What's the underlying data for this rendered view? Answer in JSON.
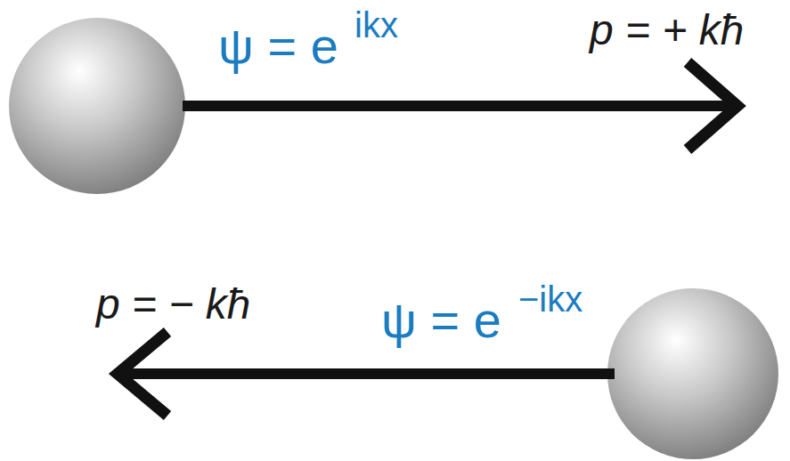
{
  "diagram": {
    "labels": [
      "ψ = e",
      "ikx",
      "p = + kħ",
      "p = − kħ",
      "ψ = e",
      "−ikx"
    ]
  }
}
